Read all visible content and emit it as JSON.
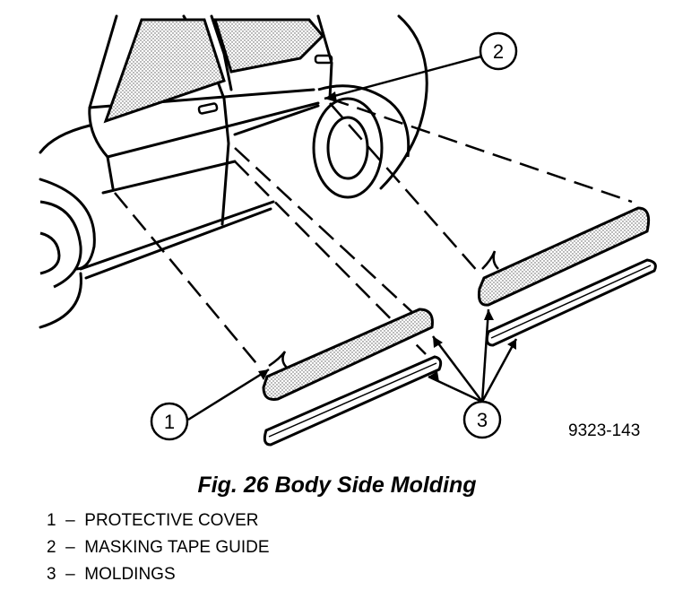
{
  "figure_number": "9323-143",
  "caption": "Fig. 26 Body Side Molding",
  "callouts": [
    {
      "number": "1"
    },
    {
      "number": "2"
    },
    {
      "number": "3"
    }
  ],
  "legend": [
    {
      "number": "1",
      "sep": "–",
      "label": "PROTECTIVE COVER"
    },
    {
      "number": "2",
      "sep": "–",
      "label": "MASKING TAPE GUIDE"
    },
    {
      "number": "3",
      "sep": "–",
      "label": "MOLDINGS"
    }
  ]
}
